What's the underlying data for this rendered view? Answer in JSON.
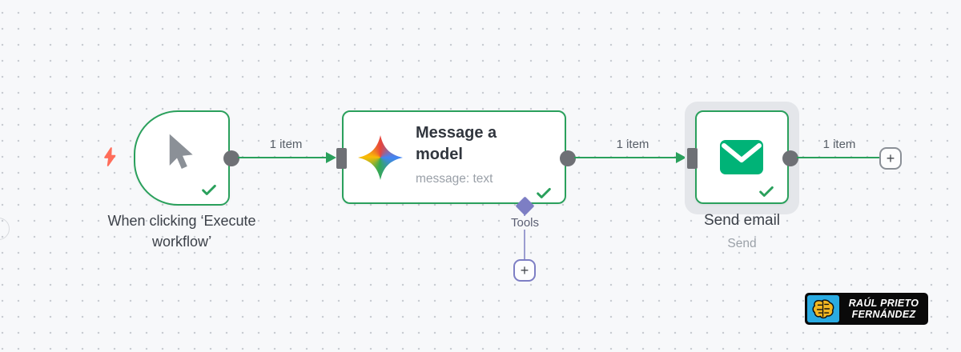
{
  "canvas": {
    "background": "#f7f8fa",
    "dot_color": "#c9ccd2",
    "accent_green": "#2aa05c",
    "envelope_green": "#00b377",
    "port_gray": "#6e7075",
    "tools_purple": "#7d7ec4",
    "trigger_bolt_color": "#ff6d5a"
  },
  "nodes": {
    "trigger": {
      "label": "When clicking ‘Execute workflow’",
      "icon": "mouse-pointer-icon",
      "status_icon": "check-icon"
    },
    "model": {
      "title": "Message a model",
      "subtitle": "message: text",
      "icon": "gemini-star-icon",
      "status_icon": "check-icon",
      "tools_label": "Tools",
      "add_tool_label": "+"
    },
    "email": {
      "title": "Send email",
      "subtitle": "Send",
      "icon": "envelope-icon",
      "status_icon": "check-icon",
      "selected": true
    }
  },
  "connections": {
    "c1_label": "1 item",
    "c2_label": "1 item",
    "c3_label": "1 item",
    "add_next_label": "+"
  },
  "watermark": {
    "line1": "RAÚL PRIETO",
    "line2": "FERNÁNDEZ",
    "icon": "brain-icon"
  }
}
